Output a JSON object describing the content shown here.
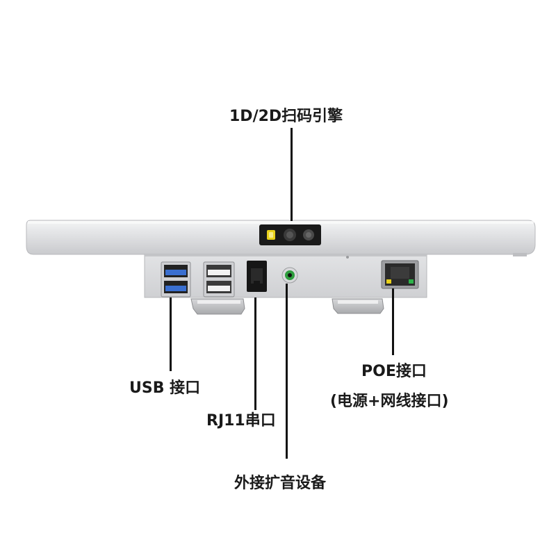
{
  "labels": {
    "scan_engine": "1D/2D扫码引擎",
    "usb_port": "USB 接口",
    "rj11_port": "RJ11串口",
    "poe_port_line1": "POE接口",
    "poe_port_line2": "(电源+网线接口)",
    "audio_port": "外接扩音设备"
  },
  "colors": {
    "housing": "#e6e7e9",
    "housing_shadow": "#c9cacc",
    "usb_blue": "#3a6fd0",
    "audio_green": "#2e9e3e",
    "led_yellow": "#e9d11a",
    "led_green": "#2db34a",
    "callout_line": "#111111"
  },
  "icons": {
    "scanner": "scanner-window",
    "usb": "usb-port-icon",
    "rj11": "rj11-port-icon",
    "audio": "audio-jack-icon",
    "ethernet": "ethernet-port-icon"
  }
}
